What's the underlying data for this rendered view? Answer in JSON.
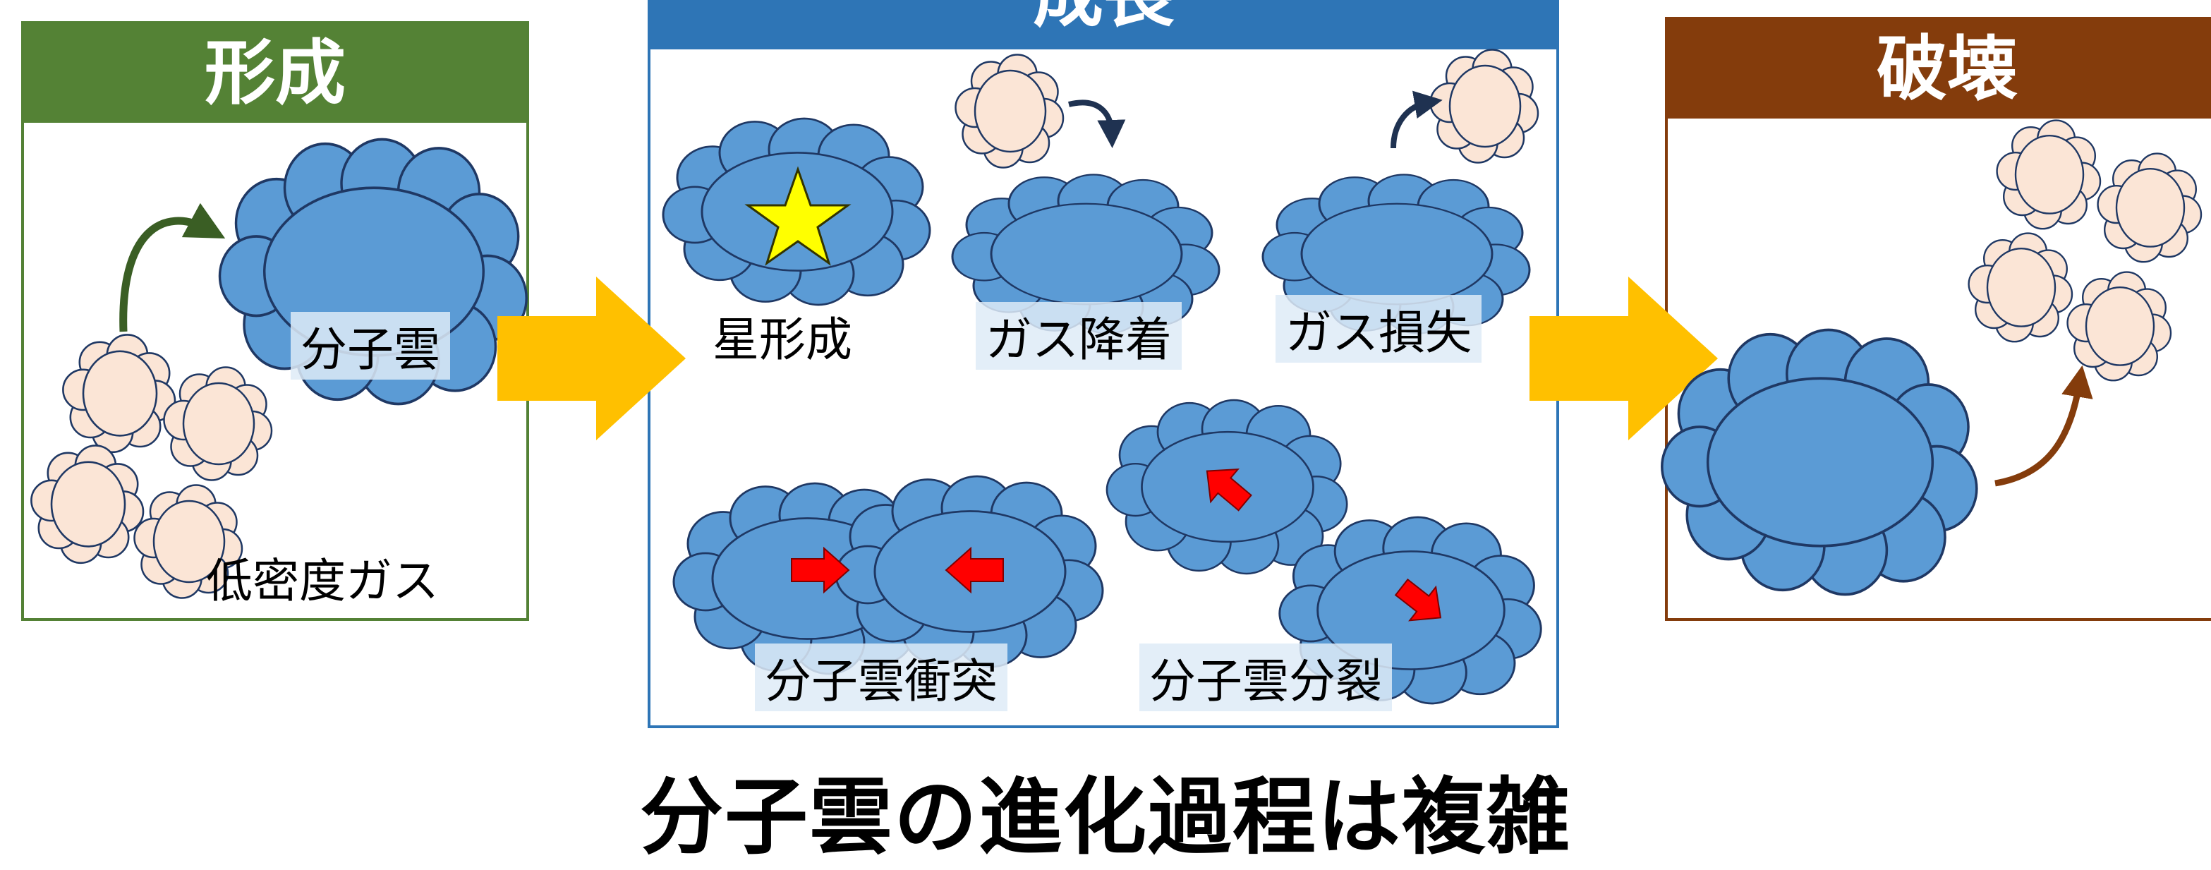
{
  "stages": {
    "formation": {
      "title": "形成",
      "cloud_label": "分子雲",
      "gas_label": "低密度ガス"
    },
    "growth": {
      "title": "成長",
      "star_formation": "星形成",
      "gas_accretion": "ガス降着",
      "gas_loss": "ガス損失",
      "collision": "分子雲衝突",
      "fragmentation": "分子雲分裂"
    },
    "destruction": {
      "title": "破壊"
    }
  },
  "footer": {
    "title": "分子雲の進化過程は複雑"
  },
  "colors": {
    "formation": "#548235",
    "growth": "#2e75b6",
    "destruction": "#843c0c",
    "cloud": "#5b9bd5",
    "gas": "#fbe5d6",
    "arrow": "#ffc000",
    "star": "#ffff00",
    "motion_arrow": "#ff0000"
  }
}
